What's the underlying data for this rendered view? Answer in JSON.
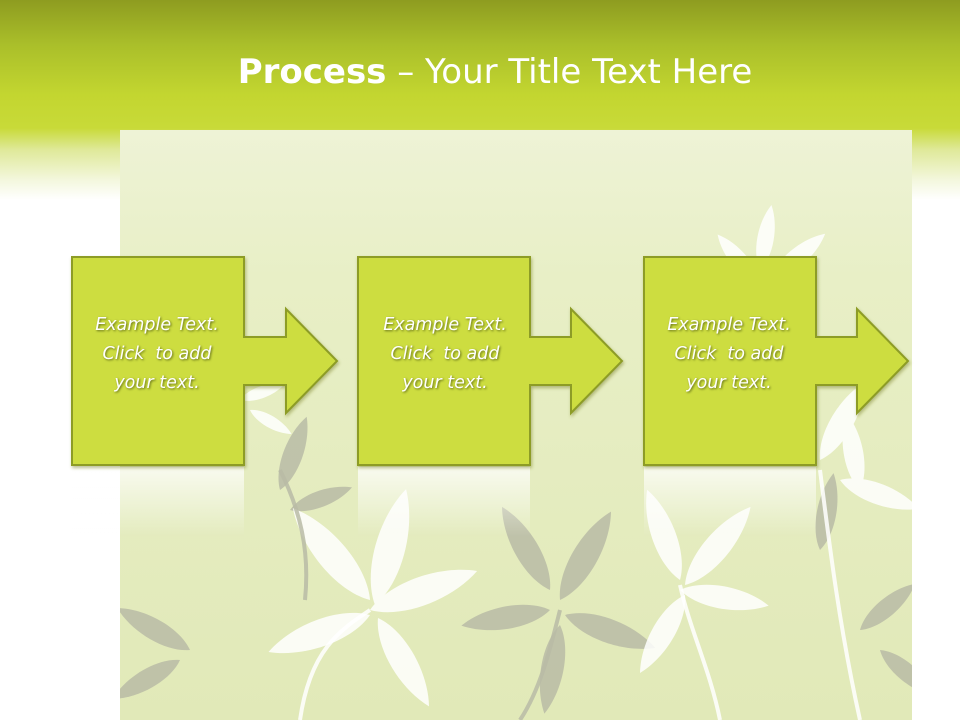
{
  "slide": {
    "title_bold": "Process",
    "title_rest": " – Your Title Text Here"
  },
  "process": {
    "steps": [
      {
        "line1": "Example Text.",
        "line2": "Click  to add",
        "line3": "your text."
      },
      {
        "line1": "Example Text.",
        "line2": "Click  to add",
        "line3": "your text."
      },
      {
        "line1": "Example Text.",
        "line2": "Click  to add",
        "line3": "your text."
      }
    ]
  },
  "colors": {
    "header_green": "#c3d630",
    "box_fill": "#cddd40",
    "box_border": "#8d9c28",
    "leaf_light": "#ffffff",
    "leaf_gray": "#b7b9a4",
    "panel_background": "#e6edc4"
  }
}
